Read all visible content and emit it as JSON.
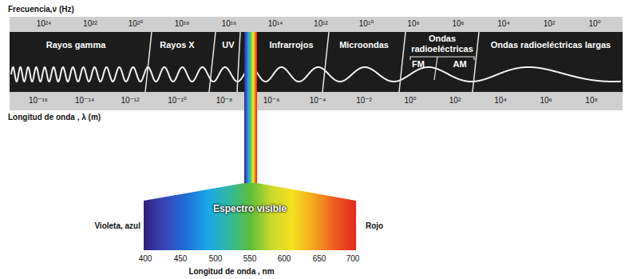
{
  "diagram": {
    "nodes": [
      {
        "text": [
          "Rayos gamma"
        ]
      },
      {
        "text": [
          "Rayos X"
        ]
      },
      {
        "text": [
          "UV"
        ]
      },
      {
        "text": [
          "Infrarrojos"
        ]
      },
      {
        "text": [
          "Microondas"
        ]
      },
      {
        "text": [
          "Ondas radioeléctricas"
        ]
      },
      {
        "text": [
          "FM"
        ],
        "in": 5
      },
      {
        "text": [
          "AM"
        ],
        "in": 5
      },
      {
        "text": [
          "Ondas radioeléctricas largas"
        ]
      },
      {
        "text": [
          "Espectro visible"
        ]
      }
    ],
    "labels": [
      "Frecuencia,ν (Hz)",
      "10²⁴",
      "10²²",
      "10²⁰",
      "10¹⁸",
      "10¹⁶",
      "10¹⁴",
      "10¹²",
      "10¹⁰",
      "10⁸",
      "10⁶",
      "10⁴",
      "10²",
      "10⁰",
      "10⁻¹⁶",
      "10⁻¹⁴",
      "10⁻¹²",
      "10⁻¹⁰",
      "10⁻⁸",
      "10⁻⁶",
      "10⁻⁴",
      "10⁻²",
      "10⁰",
      "10²",
      "10⁴",
      "10⁶",
      "10⁸",
      "Longitud de onda , λ (m)",
      "Violeta, azul",
      "Rojo",
      "400",
      "450",
      "500",
      "550",
      "600",
      "650",
      "700",
      "Longitud de onda , nm"
    ]
  }
}
